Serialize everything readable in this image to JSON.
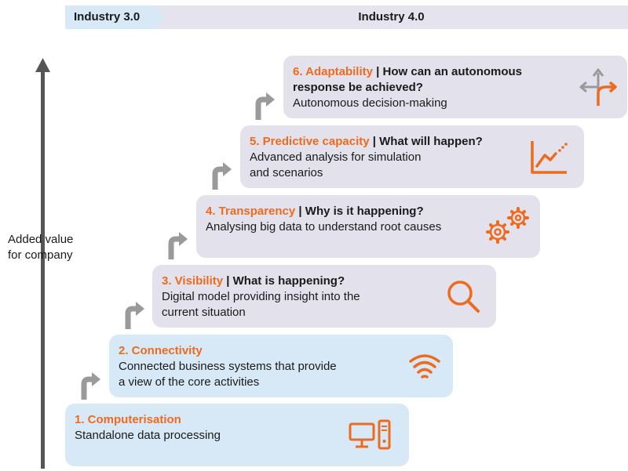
{
  "header": {
    "industry_3": "Industry 3.0",
    "industry_4": "Industry 4.0"
  },
  "axis": {
    "label": "Added value\nfor company"
  },
  "steps": [
    {
      "title": "1. Computerisation",
      "question": "",
      "description": "Standalone data processing",
      "icon": "computer-icon",
      "fill": "#d7e9f7"
    },
    {
      "title": "2. Connectivity",
      "question": "",
      "description": "Connected business systems that provide\na view of the core activities",
      "icon": "wifi-icon",
      "fill": "#d7e9f7"
    },
    {
      "title": "3. Visibility",
      "separator": "|",
      "question": "What is happening?",
      "description": "Digital model providing insight into the\ncurrent situation",
      "icon": "magnifier-icon",
      "fill": "#e2e1ec"
    },
    {
      "title": "4. Transparency",
      "separator": "|",
      "question": "Why is it happening?",
      "description": "Analysing big data to understand root causes",
      "icon": "gears-icon",
      "fill": "#e2e1ec"
    },
    {
      "title": "5. Predictive capacity",
      "separator": "|",
      "question": "What will happen?",
      "description": "Advanced analysis for simulation\nand scenarios",
      "icon": "trend-chart-icon",
      "fill": "#e2e1ec"
    },
    {
      "title": "6. Adaptability",
      "separator": "|",
      "question_line1": "How can an autonomous",
      "question_line2": "response be achieved?",
      "description": "Autonomous decision-making",
      "icon": "fork-arrows-icon",
      "fill": "#e2e1ec"
    }
  ],
  "colors": {
    "accent_orange": "#ed6b1f",
    "step_blue": "#d7e9f7",
    "step_grey": "#e2e1ec",
    "banner_blue": "#d7e9f7",
    "banner_grey": "#e4e3ee",
    "arrow_grey": "#9a9a9a",
    "axis_dark": "#555555"
  }
}
